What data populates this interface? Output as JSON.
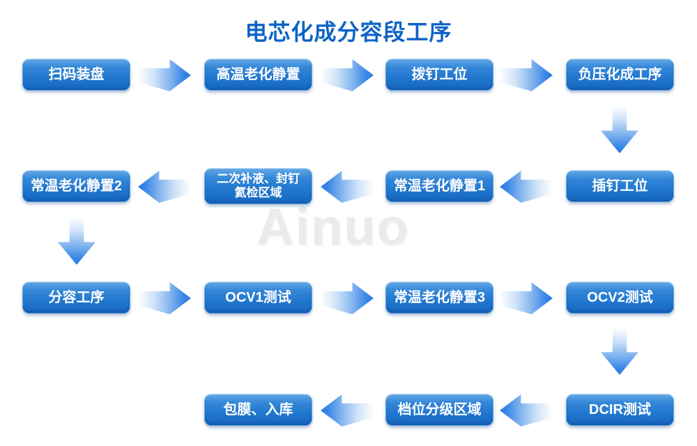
{
  "title": "电芯化成分容段工序",
  "watermark": "Ainuo",
  "colors": {
    "title_blue": "#0d63c6",
    "box_gradient_top": "#66abe7",
    "box_gradient_bottom": "#1566bf",
    "arrow_head_blue": "#2b7ae2",
    "box_text": "#ffffff",
    "watermark_gray": "#ebebeb",
    "background": "#ffffff"
  },
  "nodes": [
    {
      "id": "scan-load",
      "label": "扫码装盘"
    },
    {
      "id": "high-temp-aging",
      "label": "高温老化静置"
    },
    {
      "id": "pin-removal",
      "label": "拨钉工位"
    },
    {
      "id": "vacuum-formation",
      "label": "负压化成工序"
    },
    {
      "id": "pin-insertion",
      "label": "插钉工位"
    },
    {
      "id": "rt-aging-1",
      "label": "常温老化静置1"
    },
    {
      "id": "refill-seal-helium",
      "label": "二次补液、封钉氦检区域",
      "lines": [
        "二次补液、封钉",
        "氦检区域"
      ]
    },
    {
      "id": "rt-aging-2",
      "label": "常温老化静置2"
    },
    {
      "id": "capacity-grading",
      "label": "分容工序"
    },
    {
      "id": "ocv1-test",
      "label": "OCV1测试"
    },
    {
      "id": "rt-aging-3",
      "label": "常温老化静置3"
    },
    {
      "id": "ocv2-test",
      "label": "OCV2测试"
    },
    {
      "id": "dcir-test",
      "label": "DCIR测试"
    },
    {
      "id": "grade-classification",
      "label": "档位分级区域"
    },
    {
      "id": "wrap-warehouse",
      "label": "包膜、入库"
    }
  ],
  "flow_order": [
    "扫码装盘",
    "高温老化静置",
    "拨钉工位",
    "负压化成工序",
    "插钉工位",
    "常温老化静置1",
    "二次补液、封钉氦检区域",
    "常温老化静置2",
    "分容工序",
    "OCV1测试",
    "常温老化静置3",
    "OCV2测试",
    "DCIR测试",
    "档位分级区域",
    "包膜、入库"
  ]
}
